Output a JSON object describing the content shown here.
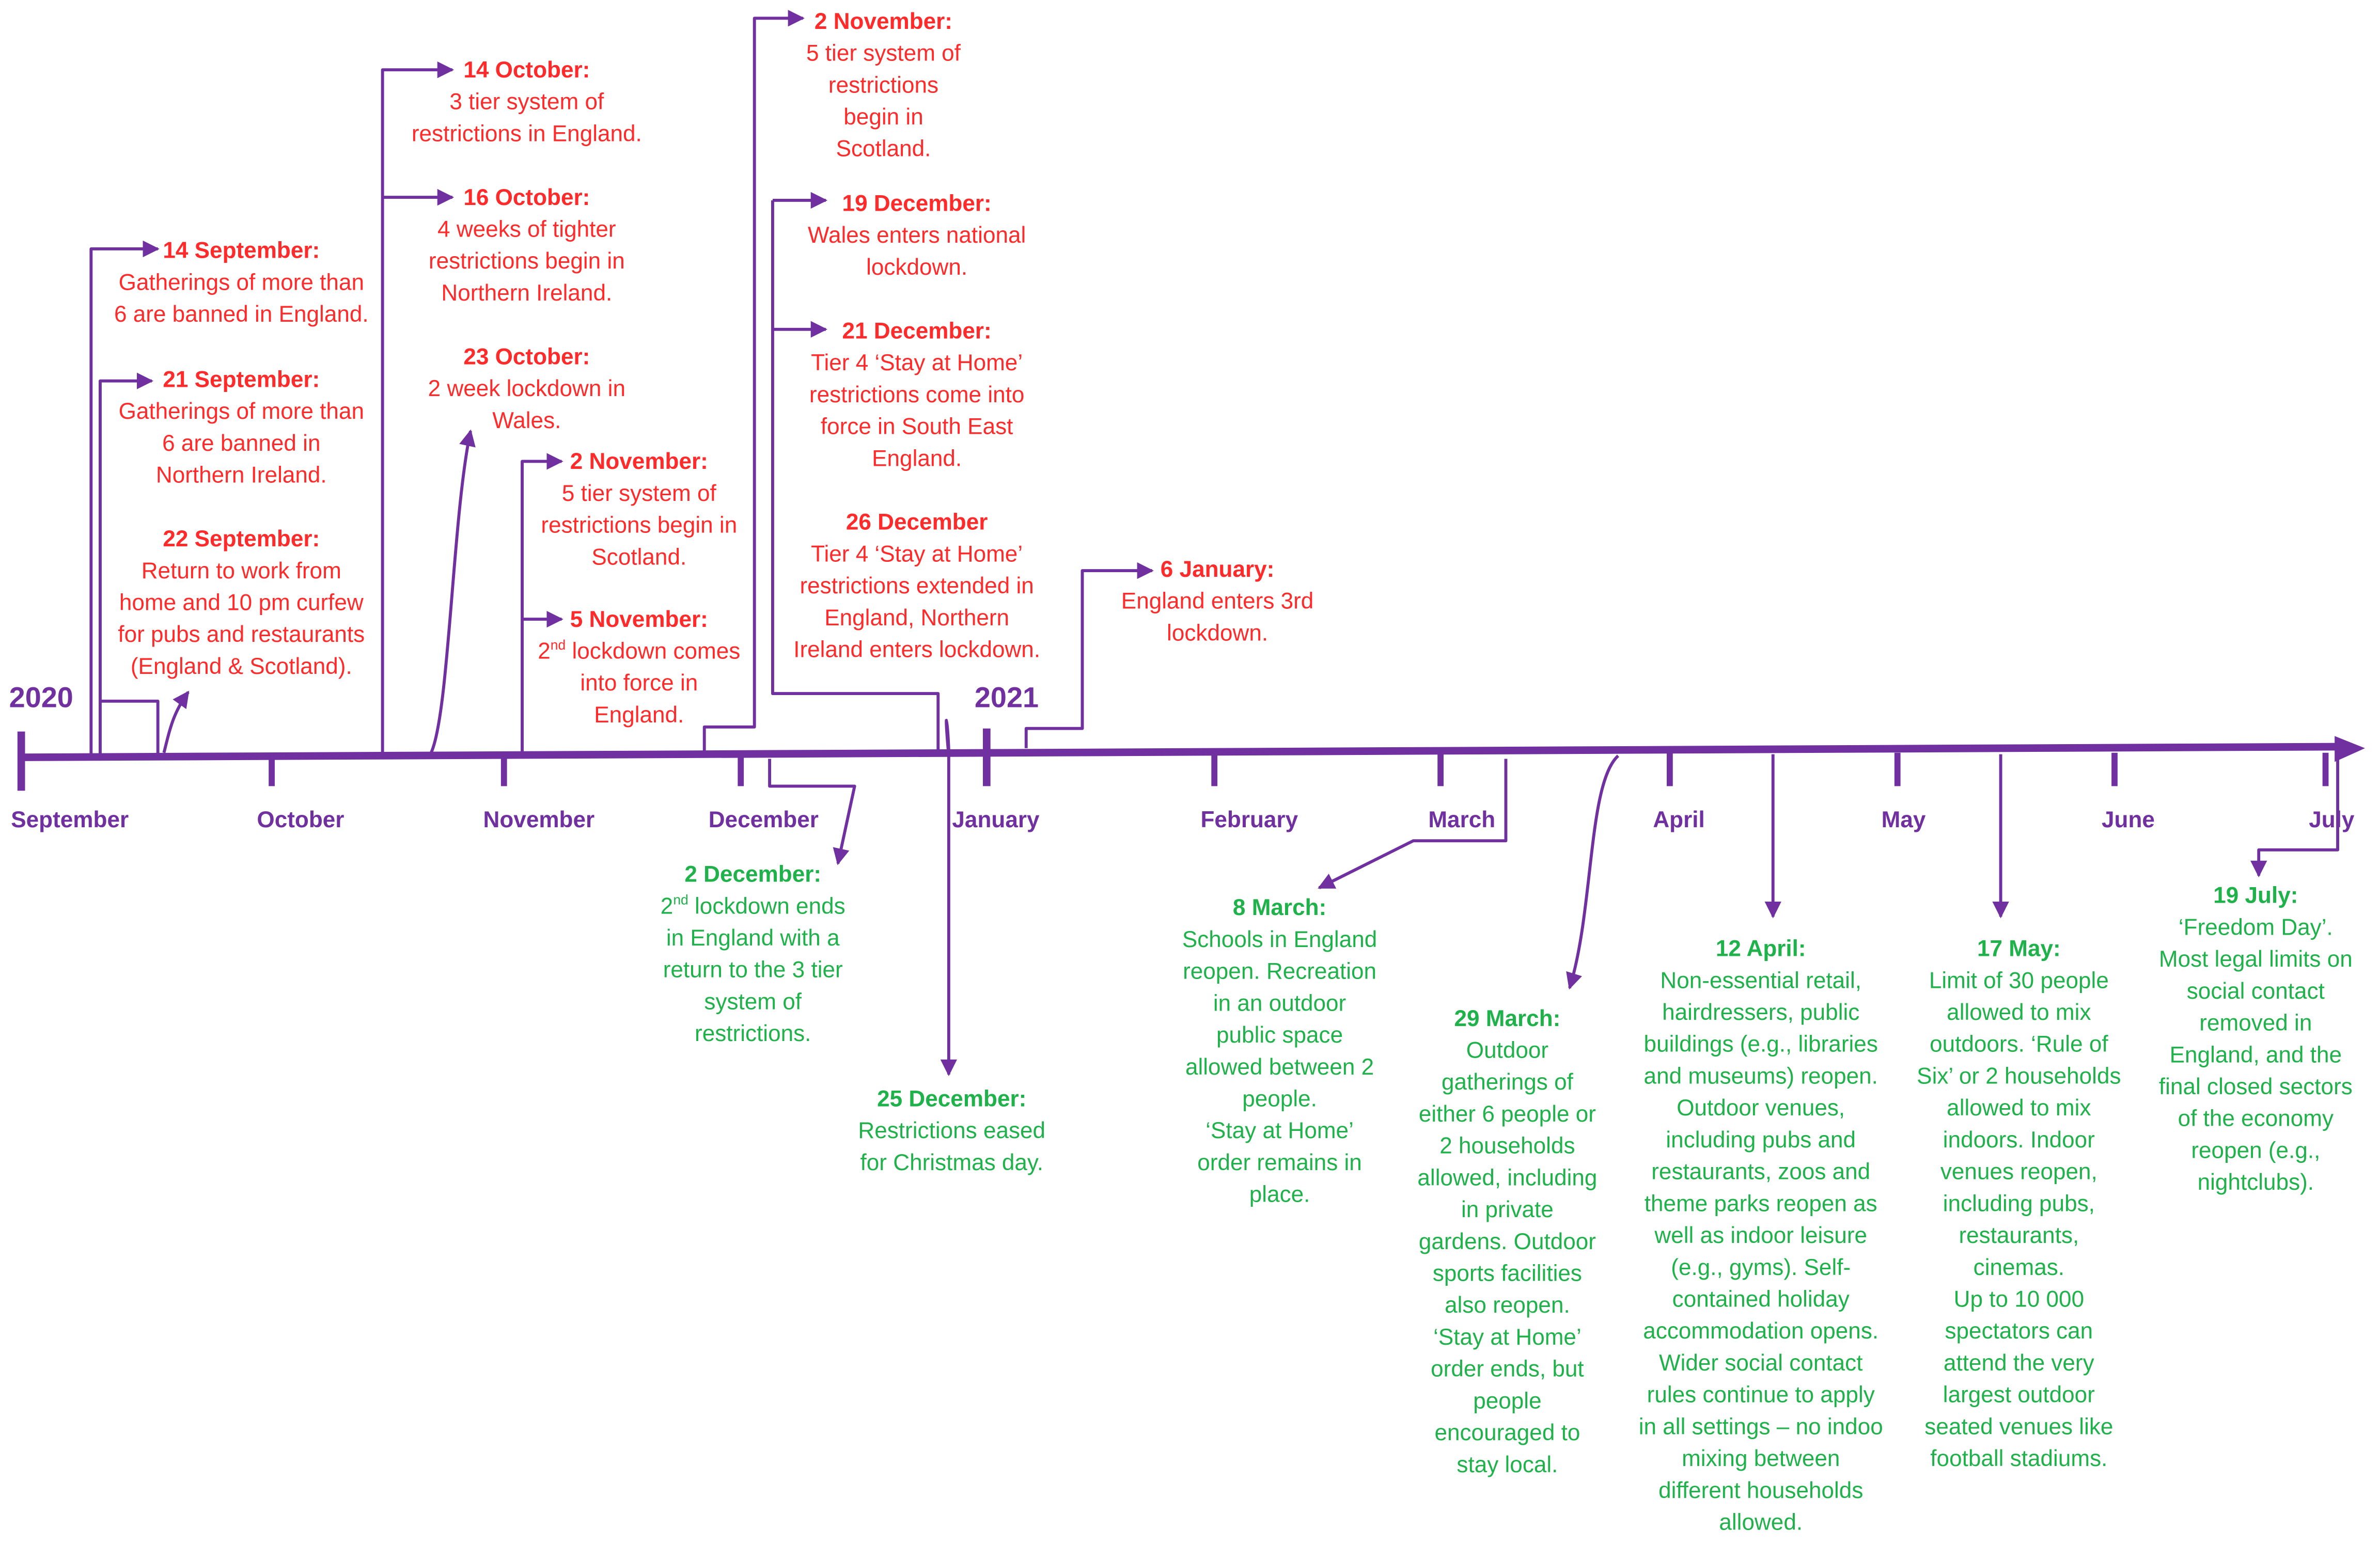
{
  "years": {
    "start": "2020",
    "end": "2021"
  },
  "months": [
    "September",
    "October",
    "November",
    "December",
    "January",
    "February",
    "March",
    "April",
    "May",
    "June",
    "July"
  ],
  "colors": {
    "axis": "#7030a0",
    "restriction": "#ff2a2a",
    "easing": "#1fb24a"
  },
  "restrictions": [
    {
      "date": "14 September:",
      "lines": [
        "Gatherings of more than",
        "6 are banned in England."
      ]
    },
    {
      "date": "21 September:",
      "lines": [
        "Gatherings of more than",
        "6 are banned in",
        "Northern Ireland."
      ]
    },
    {
      "date": "22 September:",
      "lines": [
        "Return to work from",
        "home and 10 pm curfew",
        "for pubs and restaurants",
        "(England & Scotland)."
      ]
    },
    {
      "date": "14 October:",
      "lines": [
        "3 tier system of",
        "restrictions in England."
      ]
    },
    {
      "date": "16 October:",
      "lines": [
        "4 weeks of tighter",
        "restrictions begin in",
        "Northern Ireland."
      ]
    },
    {
      "date": "23 October:",
      "lines": [
        "2 week lockdown in",
        "Wales."
      ]
    },
    {
      "date": "2 November:",
      "lines": [
        "5 tier system of",
        "restrictions begin in",
        "Scotland."
      ]
    },
    {
      "date": "5 November:",
      "lines": [
        "2nd lockdown comes",
        "into force in",
        "England."
      ]
    },
    {
      "date": "2 November:",
      "lines": [
        "5 tier system of",
        "restrictions",
        "begin in",
        "Scotland."
      ]
    },
    {
      "date": "19 December:",
      "lines": [
        "Wales enters national",
        "lockdown."
      ]
    },
    {
      "date": "21 December:",
      "lines": [
        "Tier 4 ‘Stay at Home’",
        "restrictions come into",
        "force in South East",
        "England."
      ]
    },
    {
      "date": "26 December",
      "lines": [
        "Tier 4 ‘Stay at Home’",
        "restrictions extended in",
        "England, Northern",
        "Ireland enters lockdown."
      ]
    },
    {
      "date": "6 January:",
      "lines": [
        "England enters 3rd",
        "lockdown."
      ]
    }
  ],
  "easings": [
    {
      "date": "2 December:",
      "lines": [
        "2nd lockdown ends",
        "in England with a",
        "return to the 3 tier",
        "system of",
        "restrictions."
      ]
    },
    {
      "date": "25 December:",
      "lines": [
        "Restrictions eased",
        "for Christmas day."
      ]
    },
    {
      "date": "8 March:",
      "lines": [
        "Schools in England",
        "reopen. Recreation",
        "in an outdoor",
        "public space",
        "allowed between 2",
        "people.",
        "‘Stay at Home’",
        "order remains in",
        "place."
      ]
    },
    {
      "date": "29 March:",
      "lines": [
        "Outdoor",
        "gatherings of",
        "either 6 people or",
        "2 households",
        "allowed, including",
        "in private",
        "gardens. Outdoor",
        "sports facilities",
        "also reopen.",
        "‘Stay at Home’",
        "order ends, but",
        "people",
        "encouraged to",
        "stay local."
      ]
    },
    {
      "date": "12 April:",
      "lines": [
        "Non-essential retail,",
        "hairdressers, public",
        "buildings (e.g., libraries",
        "and museums) reopen.",
        "Outdoor venues,",
        "including pubs and",
        "restaurants, zoos and",
        "theme parks reopen as",
        "well as indoor leisure",
        "(e.g., gyms). Self-",
        "contained holiday",
        "accommodation opens.",
        "Wider social contact",
        "rules continue to apply",
        "in all settings – no indoo",
        "mixing between",
        "different households",
        "allowed."
      ]
    },
    {
      "date": "17 May:",
      "lines": [
        "Limit of 30 people",
        "allowed to mix",
        "outdoors. ‘Rule of",
        "Six’ or 2 households",
        "allowed to mix",
        "indoors. Indoor",
        "venues reopen,",
        "including pubs,",
        "restaurants,",
        "cinemas.",
        "Up to 10 000",
        "spectators can",
        "attend the very",
        "largest outdoor",
        "seated venues like",
        "football stadiums."
      ]
    },
    {
      "date": "19 July:",
      "lines": [
        "‘Freedom Day’.",
        "Most legal limits on",
        "social contact",
        "removed in",
        "England, and the",
        "final closed sectors",
        "of the economy",
        "reopen (e.g.,",
        "nightclubs)."
      ]
    }
  ]
}
